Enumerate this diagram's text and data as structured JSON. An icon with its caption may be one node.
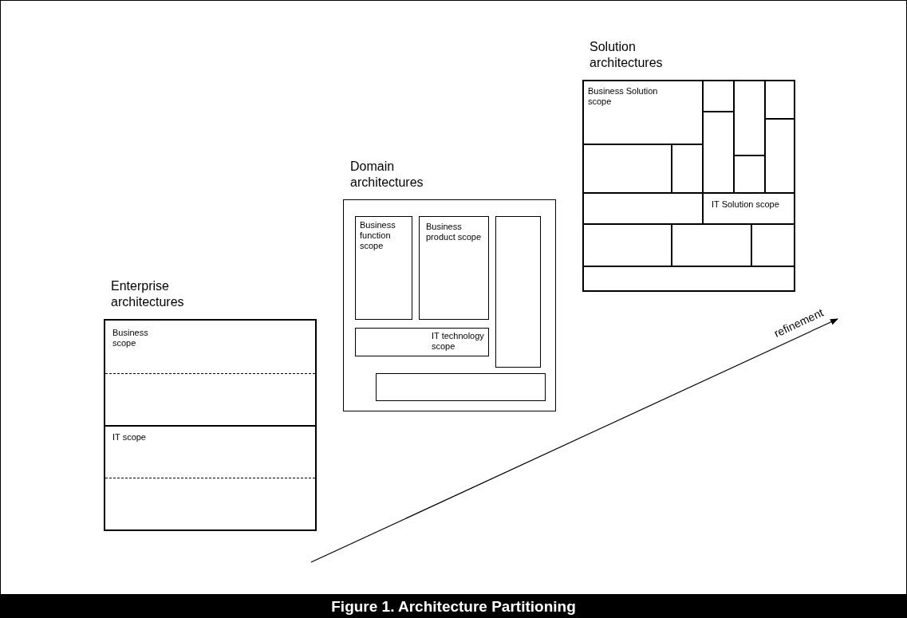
{
  "diagram": {
    "caption": "Figure 1. Architecture Partitioning",
    "nodes": [
      {
        "text": [
          "Solution architectures"
        ]
      },
      {
        "text": [
          "Business Solution scope"
        ],
        "in": 0
      },
      {
        "text": [],
        "shape": "box",
        "in": 0
      },
      {
        "text": [],
        "shape": "box",
        "in": 0
      },
      {
        "text": [],
        "shape": "box",
        "in": 0
      },
      {
        "text": [],
        "shape": "box",
        "in": 0
      },
      {
        "text": [],
        "shape": "box",
        "in": 0
      },
      {
        "text": [],
        "shape": "box",
        "in": 0
      },
      {
        "text": [],
        "shape": "box",
        "in": 0
      },
      {
        "text": [],
        "shape": "box",
        "in": 0
      },
      {
        "text": [],
        "shape": "box",
        "in": 0
      },
      {
        "text": [
          "IT Solution scope"
        ],
        "in": 0
      },
      {
        "text": [],
        "shape": "box",
        "in": 0
      },
      {
        "text": [],
        "shape": "box",
        "in": 0
      },
      {
        "text": [],
        "shape": "box",
        "in": 0
      },
      {
        "text": [],
        "shape": "box",
        "in": 0
      },
      {
        "text": [
          "Domain architectures"
        ]
      },
      {
        "text": [
          "Business function scope"
        ],
        "in": 16
      },
      {
        "text": [],
        "shape": "box",
        "in": 16
      },
      {
        "text": [
          "Business product scope"
        ],
        "in": 16
      },
      {
        "text": [
          "IT technology scope"
        ],
        "in": 16
      },
      {
        "text": [],
        "shape": "box",
        "in": 16
      },
      {
        "text": [
          "Enterprise architectures"
        ]
      },
      {
        "text": [
          "Business scope"
        ],
        "in": 22
      },
      {
        "text": [
          "IT scope"
        ],
        "in": 22
      }
    ],
    "labels": [
      "refinement"
    ]
  }
}
